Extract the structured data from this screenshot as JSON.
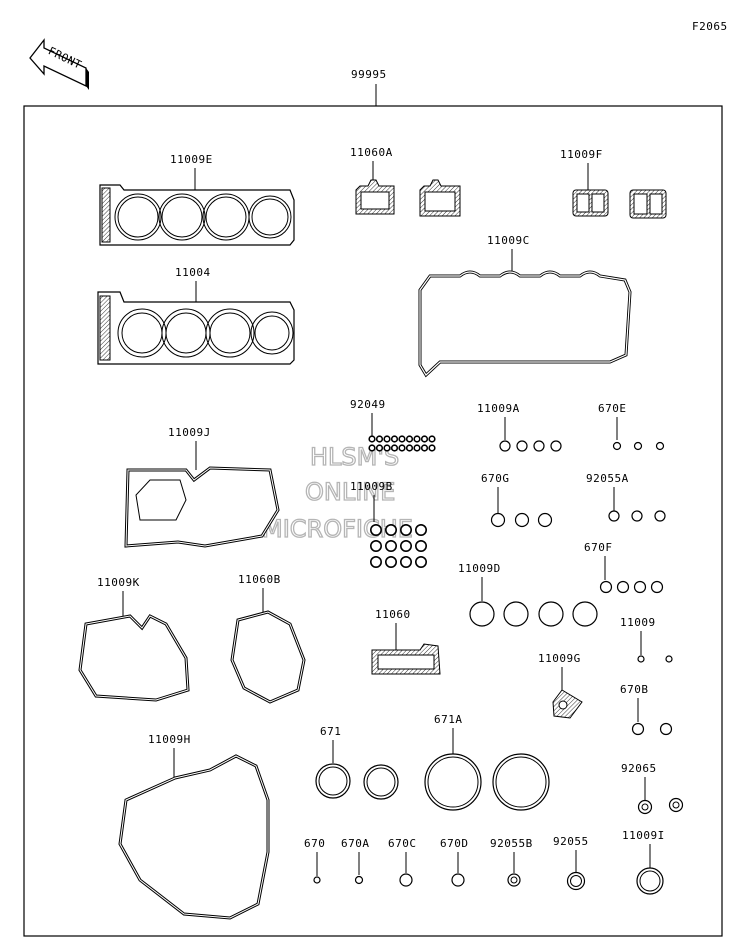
{
  "page_code": "F2065",
  "front_label": "FRONT",
  "assembly_number": "99995",
  "parts": {
    "p11009E": "11009E",
    "p11004": "11004",
    "p11060A": "11060A",
    "p11009F": "11009F",
    "p11009C": "11009C",
    "p92049": "92049",
    "p11009A": "11009A",
    "p670E": "670E",
    "p11009J": "11009J",
    "p11009B": "11009B",
    "p670G": "670G",
    "p92055A": "92055A",
    "p670F": "670F",
    "p11009D": "11009D",
    "p11009K": "11009K",
    "p11060B": "11060B",
    "p11060": "11060",
    "p11009": "11009",
    "p11009G": "11009G",
    "p670B": "670B",
    "p11009H": "11009H",
    "p671": "671",
    "p671A": "671A",
    "p92065": "92065",
    "p670": "670",
    "p670A": "670A",
    "p670C": "670C",
    "p670D": "670D",
    "p92055B": "92055B",
    "p92055": "92055",
    "p11009I": "11009I"
  },
  "watermark": {
    "line1": "HLSM'S",
    "line2": "ONLINE",
    "line3": "MICROFICHE"
  }
}
